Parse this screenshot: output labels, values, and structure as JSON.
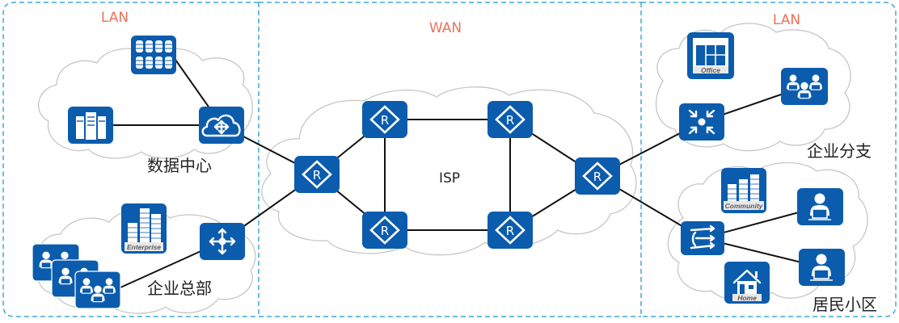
{
  "zones": [
    {
      "id": "lan-left",
      "title": "LAN"
    },
    {
      "id": "wan",
      "title": "WAN"
    },
    {
      "id": "lan-right",
      "title": "LAN"
    }
  ],
  "zone_title_color": "#e8735a",
  "border_color": "#3fa8d6",
  "device_color": "#0b5cad",
  "sites": {
    "data_center": "数据中心",
    "headquarters": "企业总部",
    "isp": "ISP",
    "branch": "企业分支",
    "residential": "居民小区"
  },
  "captions": {
    "enterprise": "Enterprise",
    "office": "Office",
    "community": "Community",
    "home": "Home"
  },
  "devices": [
    {
      "id": "storage",
      "type": "storage-array"
    },
    {
      "id": "server",
      "type": "server-rack"
    },
    {
      "id": "dc-cloud-router",
      "type": "cloud-router"
    },
    {
      "id": "enterprise-building",
      "type": "building",
      "caption": "Enterprise"
    },
    {
      "id": "hq-users",
      "type": "user-group-stack"
    },
    {
      "id": "hq-router",
      "type": "router-arrows"
    },
    {
      "id": "wan-r-left",
      "type": "router"
    },
    {
      "id": "wan-r-top-left",
      "type": "router"
    },
    {
      "id": "wan-r-bottom-left",
      "type": "router"
    },
    {
      "id": "wan-r-top-right",
      "type": "router"
    },
    {
      "id": "wan-r-bottom-right",
      "type": "router"
    },
    {
      "id": "wan-r-right",
      "type": "router"
    },
    {
      "id": "office-building",
      "type": "office",
      "caption": "Office"
    },
    {
      "id": "branch-switch",
      "type": "convergence-switch"
    },
    {
      "id": "branch-users",
      "type": "user-group"
    },
    {
      "id": "community-building",
      "type": "building",
      "caption": "Community"
    },
    {
      "id": "residential-router",
      "type": "load-balancer"
    },
    {
      "id": "home-user-1",
      "type": "user"
    },
    {
      "id": "home-user-2",
      "type": "user"
    },
    {
      "id": "home",
      "type": "home",
      "caption": "Home"
    }
  ],
  "links": [
    [
      "storage",
      "dc-cloud-router"
    ],
    [
      "server",
      "dc-cloud-router"
    ],
    [
      "dc-cloud-router",
      "wan-r-left"
    ],
    [
      "hq-users",
      "hq-router"
    ],
    [
      "hq-router",
      "wan-r-left"
    ],
    [
      "wan-r-left",
      "wan-r-top-left"
    ],
    [
      "wan-r-left",
      "wan-r-bottom-left"
    ],
    [
      "wan-r-top-left",
      "wan-r-top-right"
    ],
    [
      "wan-r-top-left",
      "wan-r-bottom-left"
    ],
    [
      "wan-r-bottom-left",
      "wan-r-bottom-right"
    ],
    [
      "wan-r-top-right",
      "wan-r-bottom-right"
    ],
    [
      "wan-r-top-right",
      "wan-r-right"
    ],
    [
      "wan-r-bottom-right",
      "wan-r-right"
    ],
    [
      "wan-r-right",
      "branch-switch"
    ],
    [
      "branch-switch",
      "branch-users"
    ],
    [
      "wan-r-right",
      "residential-router"
    ],
    [
      "residential-router",
      "home-user-1"
    ],
    [
      "residential-router",
      "home-user-2"
    ]
  ]
}
